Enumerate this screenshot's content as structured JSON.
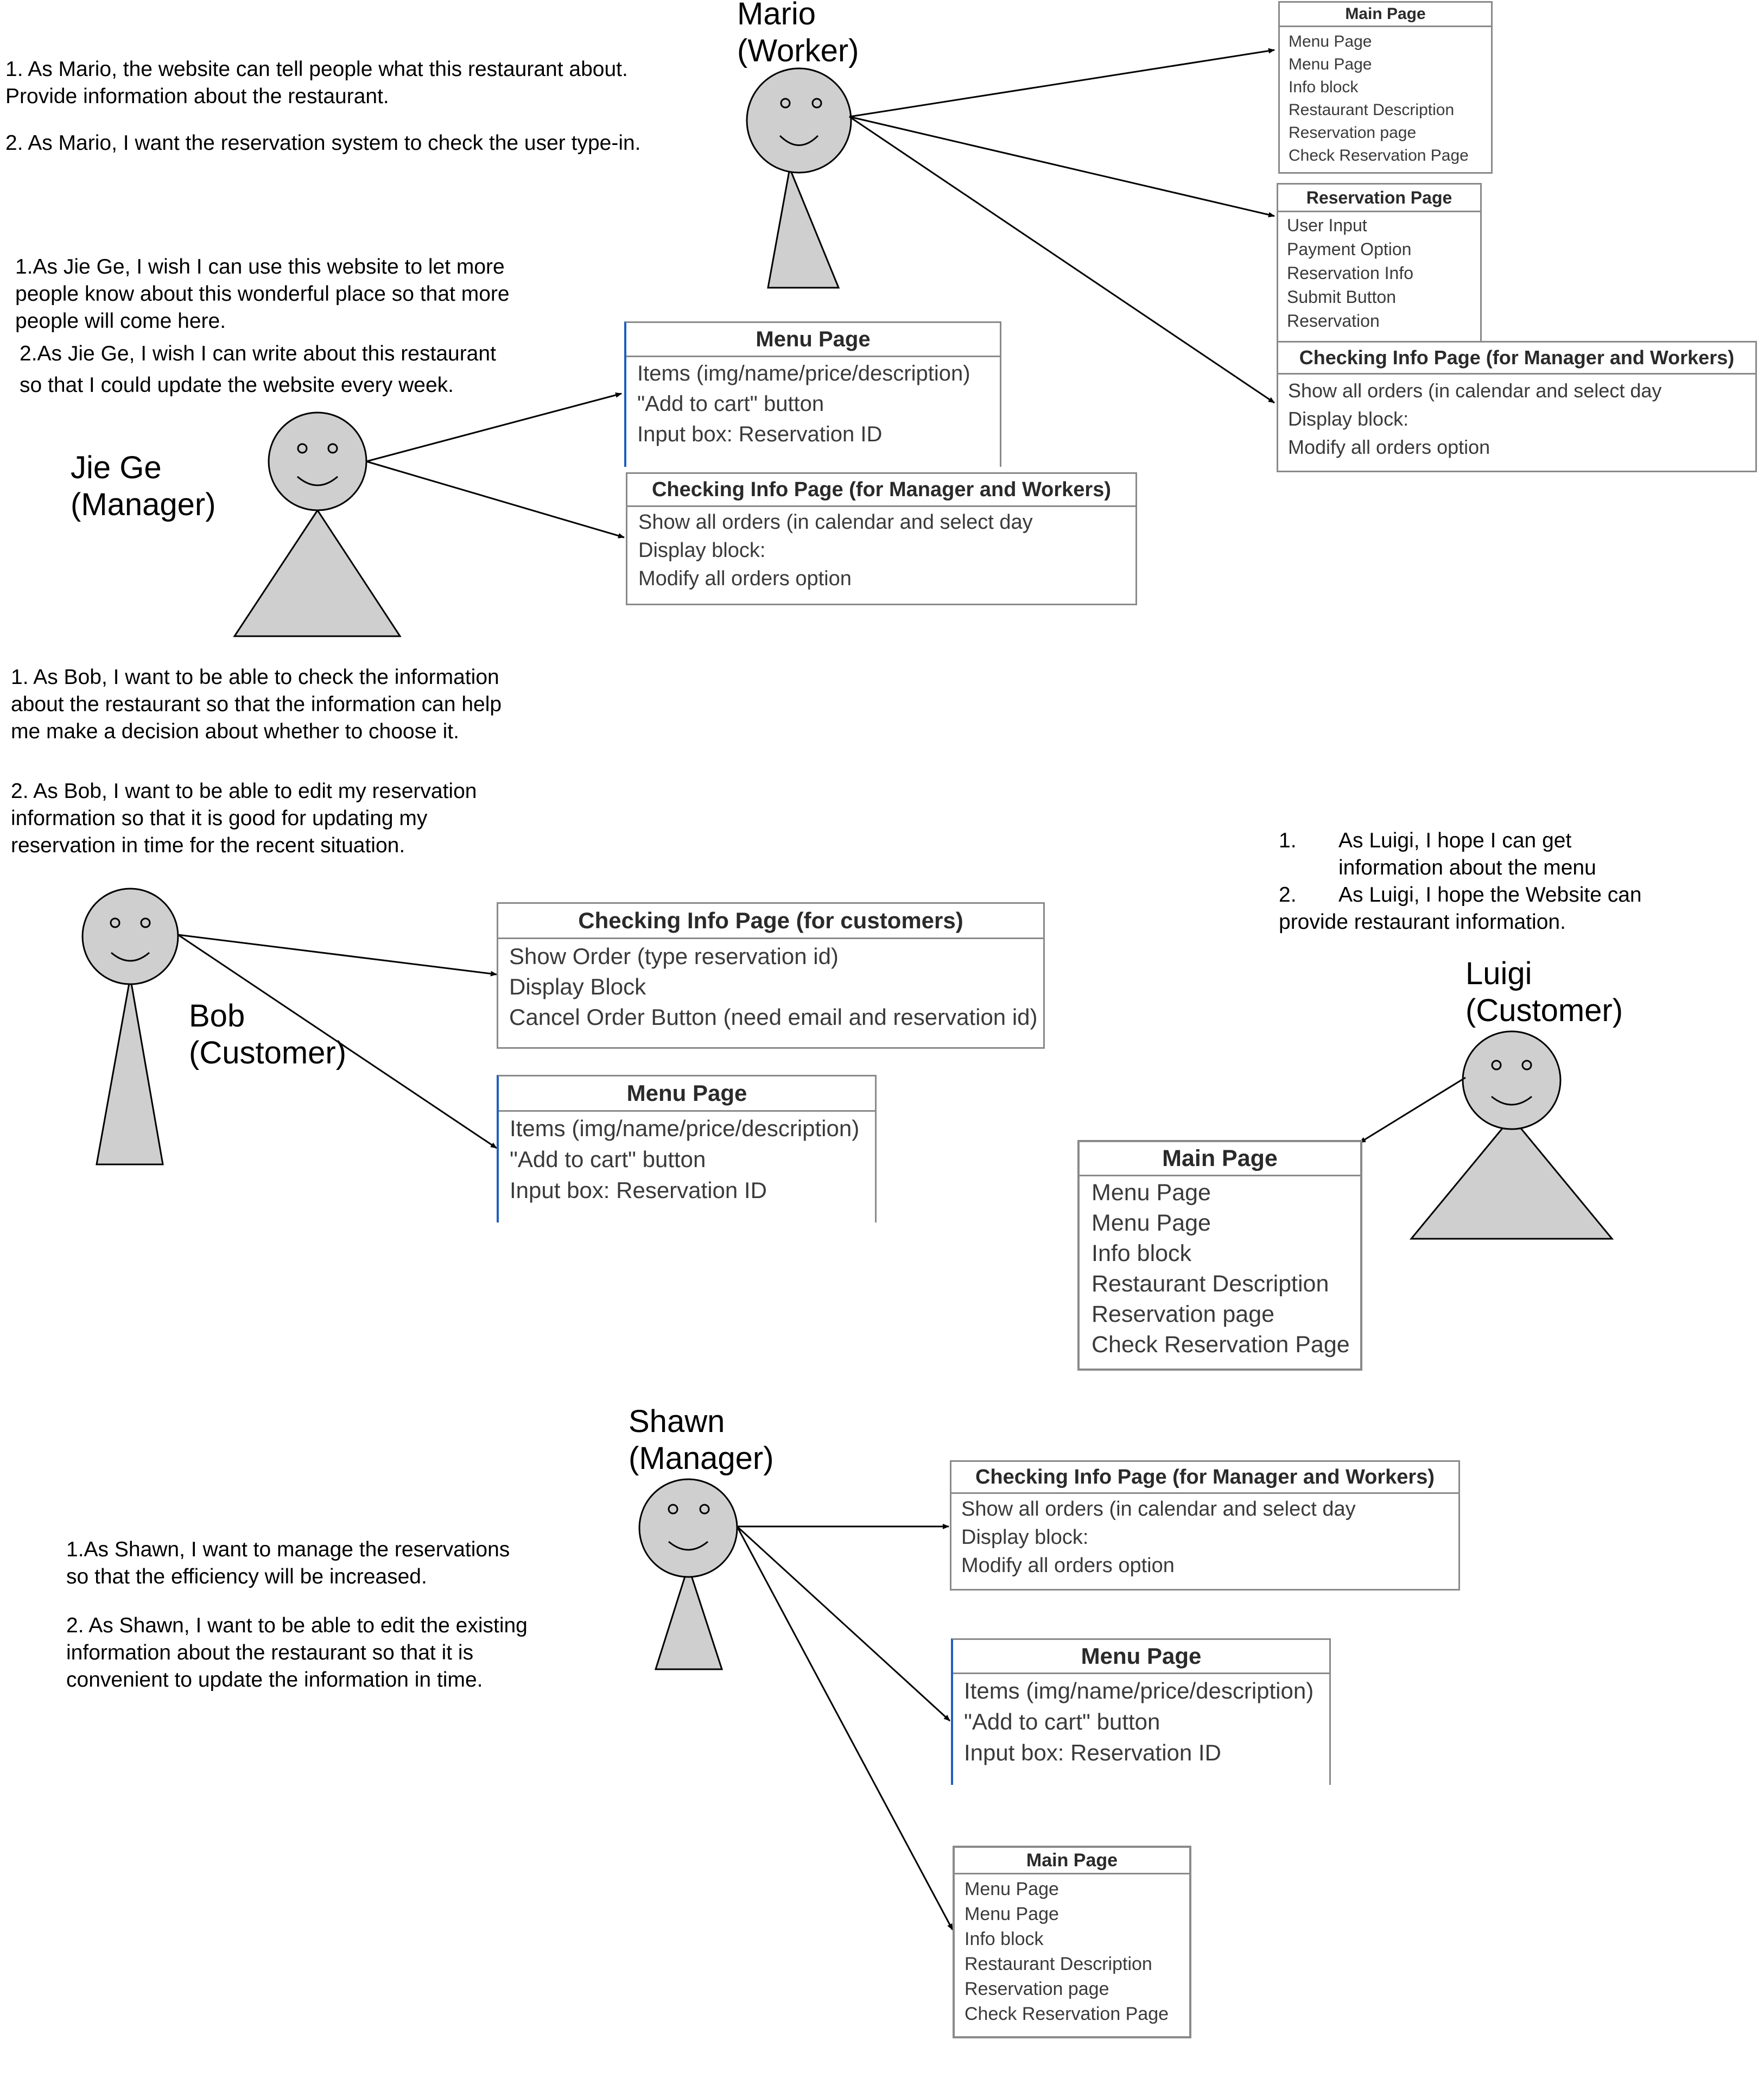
{
  "stories": {
    "mario": [
      "1. As Mario, the website can tell people what this restaurant about.",
      "Provide information about the restaurant.",
      "2. As Mario, I want the reservation system to check the user type-in."
    ],
    "jiege": [
      "1.As Jie Ge, I wish I can use this website to let more",
      "people know about this wonderful place so that more",
      "people will come here.",
      "2.As Jie Ge, I wish I can write about this restaurant",
      "so that I could update the website every week."
    ],
    "bob": [
      "1. As Bob, I want to be able to check the information",
      "about the restaurant so that the information can help",
      "me make a decision about whether to choose it.",
      "2. As Bob, I want to be able to edit my reservation",
      "information so that it is good for updating my",
      "reservation in time for the recent situation."
    ],
    "luigi": [
      {
        "num": "1.",
        "text": "As Luigi, I hope I can get"
      },
      {
        "num": "",
        "text": "information about the menu"
      },
      {
        "num": "2.",
        "text": "As Luigi, I hope the Website can"
      },
      {
        "num": "",
        "text": "provide restaurant information."
      }
    ],
    "shawn": [
      "1.As Shawn, I want to manage the reservations",
      "so that the efficiency will be increased.",
      "2. As Shawn, I want to be able to edit the existing",
      "information about the restaurant so that it is",
      "convenient to update the information in time."
    ]
  },
  "actors": {
    "mario": {
      "name": "Mario",
      "role": "(Worker)"
    },
    "jiege": {
      "name": "Jie Ge",
      "role": "(Manager)"
    },
    "bob": {
      "name": "Bob",
      "role": "(Customer)"
    },
    "luigi": {
      "name": "Luigi",
      "role": "(Customer)"
    },
    "shawn": {
      "name": "Shawn",
      "role": "(Manager)"
    }
  },
  "cards": {
    "main_page": {
      "title": "Main Page",
      "items": [
        "Menu Page",
        "Menu Page",
        "Info block",
        "Restaurant Description",
        "Reservation page",
        "Check Reservation Page"
      ]
    },
    "reservation_page": {
      "title": "Reservation Page",
      "items": [
        "User Input",
        "Payment Option",
        "Reservation Info",
        "Submit Button",
        "Reservation"
      ]
    },
    "checking_staff": {
      "title": "Checking Info Page (for Manager and Workers)",
      "items": [
        "Show all orders  (in calendar and select day",
        "Display block:",
        "Modify all orders option"
      ]
    },
    "menu_page": {
      "title": "Menu Page",
      "items": [
        "Items (img/name/price/description)",
        "\"Add to cart\" button",
        "Input box: Reservation ID"
      ]
    },
    "checking_customer": {
      "title": "Checking Info Page (for customers)",
      "items": [
        "Show Order (type reservation id)",
        "Display Block",
        "Cancel Order Button (need email and reservation id)"
      ]
    }
  },
  "colors": {
    "actor_fill": "#cfcfcf",
    "card_border": "#8a8a8a",
    "card_accent": "#1f5fbf"
  }
}
